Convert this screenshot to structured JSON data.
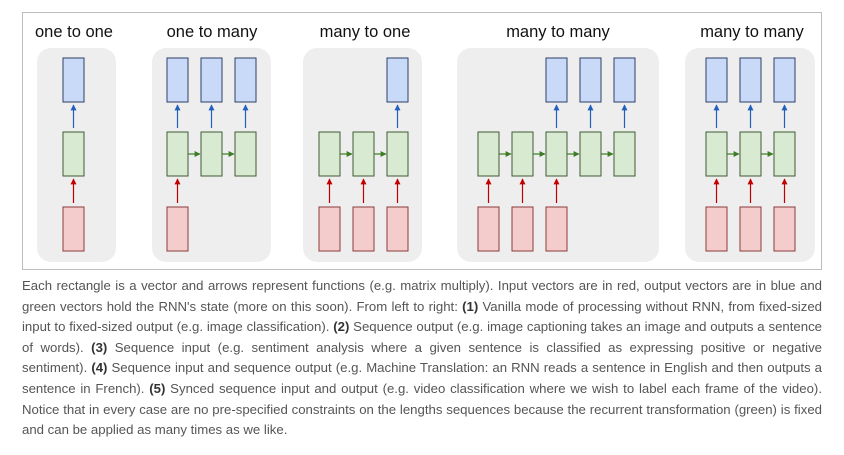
{
  "panels": [
    {
      "title": "one to one",
      "pattern": "one-to-one"
    },
    {
      "title": "one to many",
      "pattern": "one-to-many"
    },
    {
      "title": "many to one",
      "pattern": "many-to-one"
    },
    {
      "title": "many to many",
      "pattern": "many-to-many-delayed"
    },
    {
      "title": "many to many",
      "pattern": "many-to-many-synced"
    }
  ],
  "legend_colors": {
    "input": "#f4cccc",
    "input_border": "#8a3b3b",
    "hidden": "#d9ead3",
    "hidden_border": "#3d5c33",
    "output": "#c9daf8",
    "output_border": "#2f3f66",
    "input_arrow": "#c00000",
    "hidden_arrow": "#3b7d23",
    "output_arrow": "#1f5fbf",
    "panel_bg": "#eeeeee"
  },
  "caption": [
    {
      "text": "Each rectangle is a vector and arrows represent functions (e.g. matrix multiply). Input vectors are in red, output vectors are in blue and green vectors hold the RNN's state (more on this soon). From left to right: "
    },
    {
      "text": "(1)",
      "bold": true
    },
    {
      "text": " Vanilla mode of processing without RNN, from fixed-sized input to fixed-sized output (e.g. image classification). "
    },
    {
      "text": "(2)",
      "bold": true
    },
    {
      "text": " Sequence output (e.g. image captioning takes an image and outputs a sentence of words). "
    },
    {
      "text": "(3)",
      "bold": true
    },
    {
      "text": " Sequence input (e.g. sentiment analysis where a given sentence is classified as expressing positive or negative sentiment). "
    },
    {
      "text": "(4)",
      "bold": true
    },
    {
      "text": " Sequence input and sequence output (e.g. Machine Translation: an RNN reads a sentence in English and then outputs a sentence in French). "
    },
    {
      "text": "(5)",
      "bold": true
    },
    {
      "text": " Synced sequence input and output (e.g. video classification where we wish to label each frame of the video). Notice that in every case are no pre-specified constraints on the lengths sequences because the recurrent transformation (green) is fixed and can be applied as many times as we like."
    }
  ]
}
